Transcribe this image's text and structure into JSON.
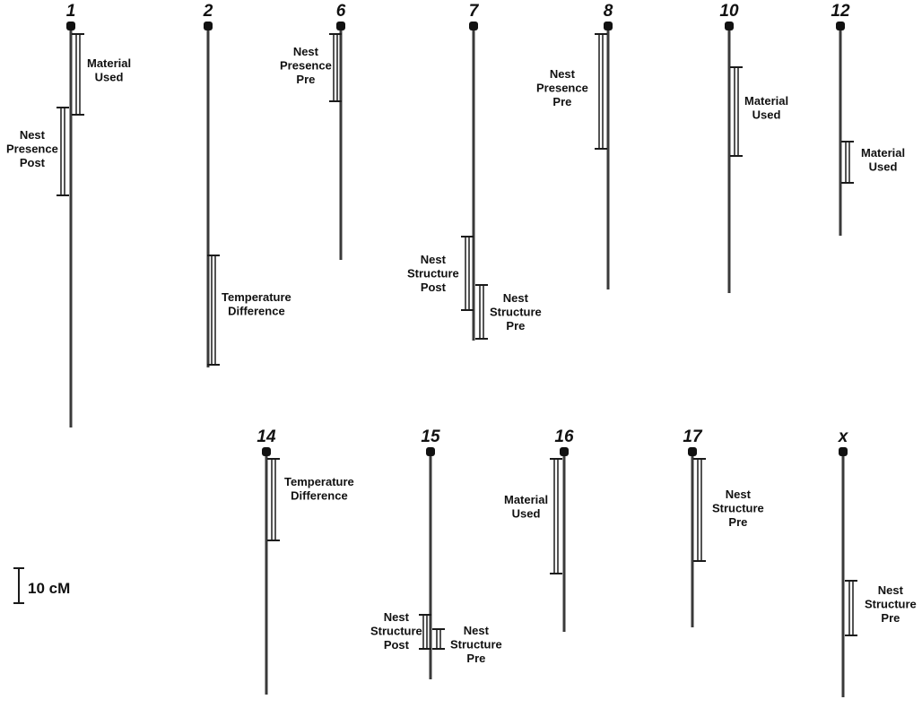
{
  "scale_bar": {
    "label": "10 cM"
  },
  "chromosomes": [
    {
      "id": "1",
      "qtls": [
        {
          "lines": [
            "Material",
            "Used"
          ]
        },
        {
          "lines": [
            "Nest",
            "Presence",
            "Post"
          ]
        }
      ]
    },
    {
      "id": "2",
      "qtls": [
        {
          "lines": [
            "Temperature",
            "Difference"
          ]
        }
      ]
    },
    {
      "id": "6",
      "qtls": [
        {
          "lines": [
            "Nest",
            "Presence",
            "Pre"
          ]
        }
      ]
    },
    {
      "id": "7",
      "qtls": [
        {
          "lines": [
            "Nest",
            "Structure",
            "Post"
          ]
        },
        {
          "lines": [
            "Nest",
            "Structure",
            "Pre"
          ]
        }
      ]
    },
    {
      "id": "8",
      "qtls": [
        {
          "lines": [
            "Nest",
            "Presence",
            "Pre"
          ]
        }
      ]
    },
    {
      "id": "10",
      "qtls": [
        {
          "lines": [
            "Material",
            "Used"
          ]
        }
      ]
    },
    {
      "id": "12",
      "qtls": [
        {
          "lines": [
            "Material",
            "Used"
          ]
        }
      ]
    },
    {
      "id": "14",
      "qtls": [
        {
          "lines": [
            "Temperature",
            "Difference"
          ]
        }
      ]
    },
    {
      "id": "15",
      "qtls": [
        {
          "lines": [
            "Nest",
            "Structure",
            "Post"
          ]
        },
        {
          "lines": [
            "Nest",
            "Structure",
            "Pre"
          ]
        }
      ]
    },
    {
      "id": "16",
      "qtls": [
        {
          "lines": [
            "Material",
            "Used"
          ]
        }
      ]
    },
    {
      "id": "17",
      "qtls": [
        {
          "lines": [
            "Nest",
            "Structure",
            "Pre"
          ]
        }
      ]
    },
    {
      "id": "x",
      "qtls": [
        {
          "lines": [
            "Nest",
            "Structure",
            "Pre"
          ]
        }
      ]
    }
  ]
}
